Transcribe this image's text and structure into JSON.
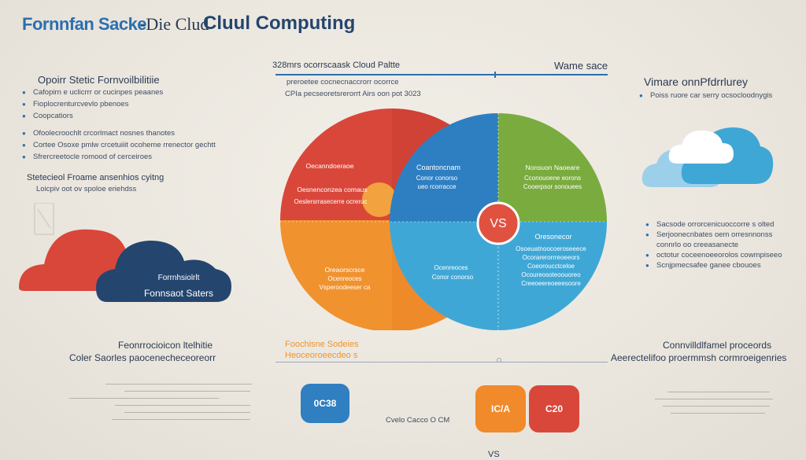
{
  "header": {
    "title_part1": "Fornnfan Sacke",
    "title_part2": "-Die Clud",
    "title_part3": "Cluul Computing"
  },
  "left_panel": {
    "heading": "Opoirr Stetic Fornvoilbilitiie",
    "bullets": [
      "Cafopirn e uclicrrr or cucinpes peaanes",
      "Fioplocrenturcvevlo pbenoes",
      "Coopcatiors",
      "Ofoolecroochlt crcorlmact nosnes thanotes",
      "Cortee Osoxe pmlw crcetuiiit ocoheme rrenector gechtt",
      "Sfrercreetocle romood of cerceiroes"
    ],
    "subheading": "Stetecieol Froame ansenhios cyitng",
    "sub_line": "Loicpiv oot ov spoloe eriehdss"
  },
  "left_cloud": {
    "line1": "Forrnhsiolrlt",
    "line2": "Fonnsaot Saters"
  },
  "center": {
    "top_label": "328mrs ocorrscaask Cloud Paltte",
    "top_right_label": "Wame sace",
    "subtitle1": "preroetee cocnecnaccrorr ocorrce",
    "subtitle2": "CPIa pecseoretsrerorrt Airs oon pot 3023",
    "vs_label": "VS",
    "red_section": {
      "title": "Oecanndoeraoe",
      "lines": [
        "Oesnenconzea comaus",
        "Oeslersrrasecerre ocreruc"
      ]
    },
    "blue_section": {
      "title": "Coantoncnam",
      "lines": [
        "Conor conorso",
        "ueo rcorracce"
      ]
    },
    "green_section": {
      "title": "Nonsuon Naoeare",
      "lines": [
        "Cconouoene eorons",
        "Cooerpsor sonouees"
      ]
    },
    "orange_section": {
      "title": "Oreaorscrsce",
      "lines": [
        "Ocenreoces",
        "Vsperoodeeser ca"
      ]
    },
    "light_section": {
      "title": "Oresonecor",
      "lines": [
        "Osoeuatnoocoeroseeece",
        "Ocorarerorrreoeeors",
        "Coeoroucctceloe",
        "Ocoureosoteoouoreo",
        "Creeoeereoeeesoore"
      ]
    }
  },
  "right_panel": {
    "heading": "Vimare onnPfdrrlurey",
    "bullet": "Poiss ruore car serry ocsocloodnygis",
    "bullets": [
      "Sacsode orrorcenicuoccorre s olted",
      "Serjoonecnbates oem orresnnonss",
      "connrlo oo creeasanecte",
      "octotur coceenoeeorolos cowmpiseeo",
      "Scnjpmecsafee ganee cbouoes"
    ]
  },
  "bottom_left": {
    "line1": "Feonrrocioicon ltelhitie",
    "line2": "Coler Saorles paocenecheceoreorr"
  },
  "bottom_center": {
    "line1": "Foochisne Sodeies",
    "line2": "Heoceoroeecdeo s"
  },
  "bottom_right": {
    "line1": "Connvilldlfamel proceords",
    "line2": "Aeerectelifoo proermmsh cormroeigenries"
  },
  "tiles": [
    {
      "label": "0C38",
      "caption": "",
      "color": "#2f7fc1"
    },
    {
      "label": "IC/A",
      "caption": "Cvelo Cacco O CM",
      "color": "#f08a2b"
    },
    {
      "label": "C20",
      "caption": "",
      "color": "#d9473a"
    }
  ],
  "bottom_mark": "VS",
  "colors": {
    "red": "#d9473a",
    "orange": "#f0922e",
    "blue": "#2e82c4",
    "green": "#7aab3f",
    "light_blue": "#3fa7d6",
    "navy": "#24456e"
  }
}
